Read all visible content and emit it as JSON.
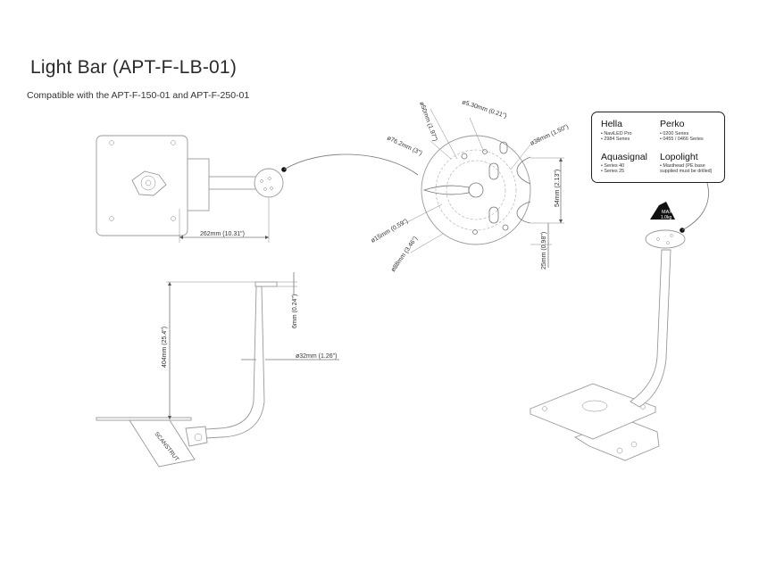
{
  "header": {
    "title": "Light Bar  (APT-F-LB-01)",
    "subtitle": "Compatible with the APT-F-150-01 and APT-F-250-01"
  },
  "dimensions": {
    "width_262": "262mm (10.31\")",
    "dia_530": "ø5.30mm (0.21\")",
    "dia_50": "ø50mm (1.97\")",
    "dia_762": "ø76.2mm (3\")",
    "dia_38": "ø38mm (1.50\")",
    "h_54": "54mm (2.13\")",
    "dia_15": "ø15mm (0.59\")",
    "dia_88": "ø88mm (3.46\")",
    "h_25": "25mm (0.98\")",
    "h_404": "404mm (25.4\")",
    "h_6": "6mm (0.24\")",
    "dia_32": "ø32mm (1.26\")"
  },
  "compatibility": {
    "hella": {
      "name": "Hella",
      "items": [
        "• NaviLED Pro",
        "• 2984 Series"
      ]
    },
    "perko": {
      "name": "Perko",
      "items": [
        "• 0200 Series",
        "• 0455 / 0466 Series"
      ]
    },
    "aquasignal": {
      "name": "Aquasignal",
      "items": [
        "• Series 40",
        "• Series 25"
      ]
    },
    "lopolight": {
      "name": "Lopolight",
      "items": [
        "• Masthead (PE base",
        "supplied must be drilled)"
      ]
    }
  },
  "weight_badge": {
    "line1": "MAX",
    "line2": "1.0kg"
  },
  "brand_mark": "SCANSTRUT"
}
